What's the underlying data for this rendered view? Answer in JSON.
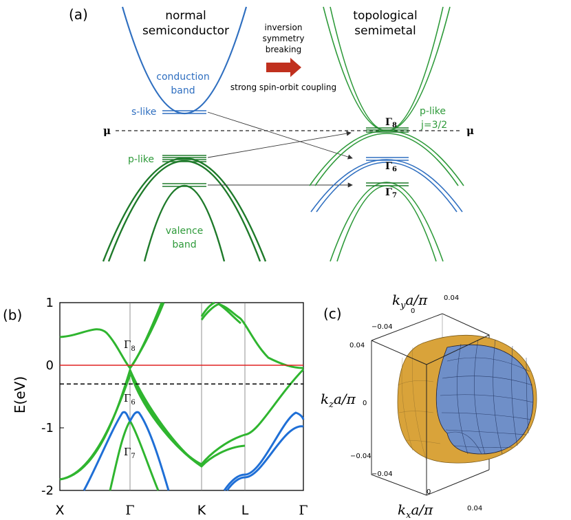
{
  "panel_a": {
    "label": "(a)",
    "left_title_1": "normal",
    "left_title_2": "semiconductor",
    "right_title_1": "topological",
    "right_title_2": "semimetal",
    "arrow_top_1": "inversion",
    "arrow_top_2": "symmetry",
    "arrow_top_3": "breaking",
    "arrow_bottom": "strong spin-orbit coupling",
    "conduction_1": "conduction",
    "conduction_2": "band",
    "s_like": "s-like",
    "p_like_left": "p-like",
    "valence_1": "valence",
    "valence_2": "band",
    "mu_left": "μ",
    "mu_right": "μ",
    "p_like_right_1": "p-like",
    "p_like_right_2": "j=3/2",
    "gamma8": "Γ",
    "gamma8_sub": "8",
    "gamma6": "Γ",
    "gamma6_sub": "6",
    "gamma7": "Γ",
    "gamma7_sub": "7",
    "colors": {
      "blue": "#2f6fc0",
      "green": "#2e9a3a",
      "dark_green": "#1e7a2a",
      "red_arrow": "#c0301e"
    }
  },
  "panel_b": {
    "label": "(b)",
    "chart_data": {
      "type": "line",
      "ylabel": "E(eV)",
      "ylim": [
        -2,
        1
      ],
      "yticks": [
        "1",
        "0",
        "-1",
        "-2"
      ],
      "xticks": [
        "X",
        "Γ",
        "K",
        "L",
        "Γ"
      ],
      "fermi_level": 0,
      "dashed_level": -0.3,
      "annotations": [
        "Γ8",
        "Γ6",
        "Γ7"
      ],
      "colors": {
        "green": "#2fb52f",
        "blue": "#1f6fd6",
        "fermi": "#e02020"
      }
    },
    "gamma_label": "Γ",
    "sub8": "8",
    "sub6": "6",
    "sub7": "7"
  },
  "panel_c": {
    "label": "(c)",
    "ky_label": "k",
    "ky_sub": "y",
    "ky_rest": "a/π",
    "kz_label": "k",
    "kz_sub": "z",
    "kz_rest": "a/π",
    "kx_label": "k",
    "kx_sub": "x",
    "kx_rest": "a/π",
    "ticks": {
      "t_pos": "0.04",
      "t_zero": "0",
      "t_neg": "−0.04"
    },
    "colors": {
      "outer": "#d9a33a",
      "inner": "#6f8fc8"
    }
  }
}
